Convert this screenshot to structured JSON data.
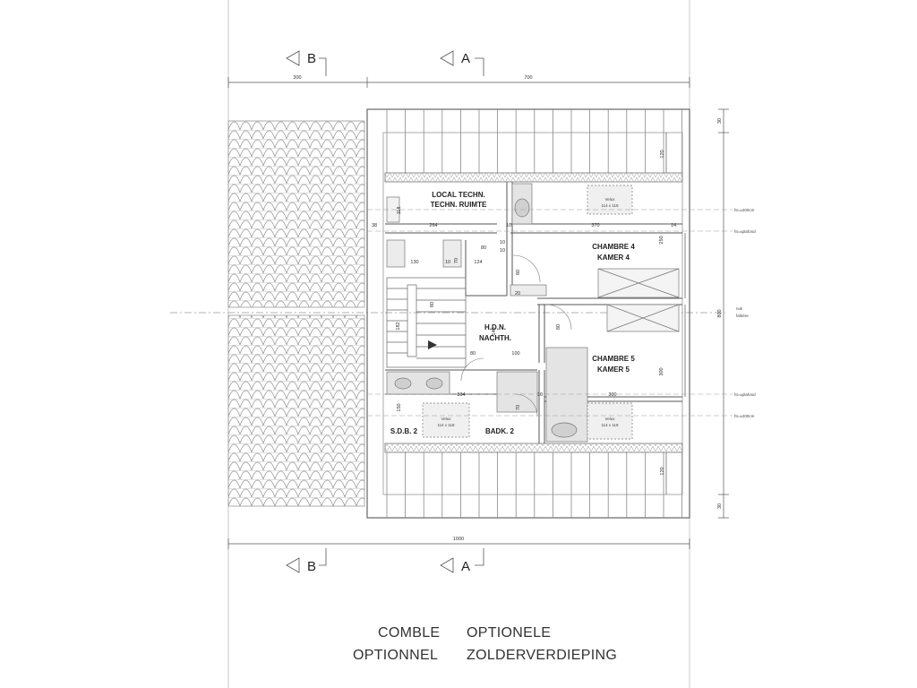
{
  "sections": {
    "b_top": "B",
    "a_top": "A",
    "b_bottom": "B",
    "a_bottom": "A"
  },
  "dims": {
    "top_left": "300",
    "top_right": "700",
    "bottom_total": "1000",
    "right_30_top": "30",
    "right_120_top": "120",
    "right_250": "250",
    "right_800": "800",
    "right_300": "300",
    "right_120_bottom": "120",
    "right_30_bottom": "30",
    "d_118": "118",
    "d_38": "38",
    "d_264": "264",
    "d_10a": "10",
    "d_370": "370",
    "d_14": "14",
    "d_80a": "80",
    "d_10b": "10",
    "d_10c": "10",
    "d_130": "130",
    "d_10d": "10",
    "d_70": "70",
    "d_124": "124",
    "d_80b": "80",
    "d_20": "20",
    "d_80c": "80",
    "d_182": "182",
    "d_80d": "80",
    "d_140": "140",
    "d_80e": "80",
    "d_100": "100",
    "d_334": "334",
    "d_10e": "10",
    "d_300h": "300",
    "d_150": "150",
    "d_70b": "70"
  },
  "rooms": {
    "local_fr": "LOCAL TECHN.",
    "local_nl": "TECHN. RUIMTE",
    "ch4_fr": "CHAMBRE 4",
    "ch4_nl": "KAMER 4",
    "hall_fr": "H.D.N.",
    "hall_nl": "NACHTH.",
    "ch5_fr": "CHAMBRE 5",
    "ch5_nl": "KAMER 5",
    "sdb_fr": "S.D.B. 2",
    "sdb_nl": "BADK. 2"
  },
  "velux": {
    "label": "Velux",
    "size": "114 x 118"
  },
  "annotations": {
    "ht200_top": "ht=±200cm",
    "htplafond_top": "ht=±plafond",
    "nok1": "nok",
    "nok2": "faîtière",
    "htplafond_bottom": "ht=±plafond",
    "ht200_bottom": "ht=±200cm"
  },
  "caption": {
    "fr1": "COMBLE",
    "nl1": "OPTIONELE",
    "fr2": "OPTIONNEL",
    "nl2": "ZOLDERVERDIEPING"
  }
}
